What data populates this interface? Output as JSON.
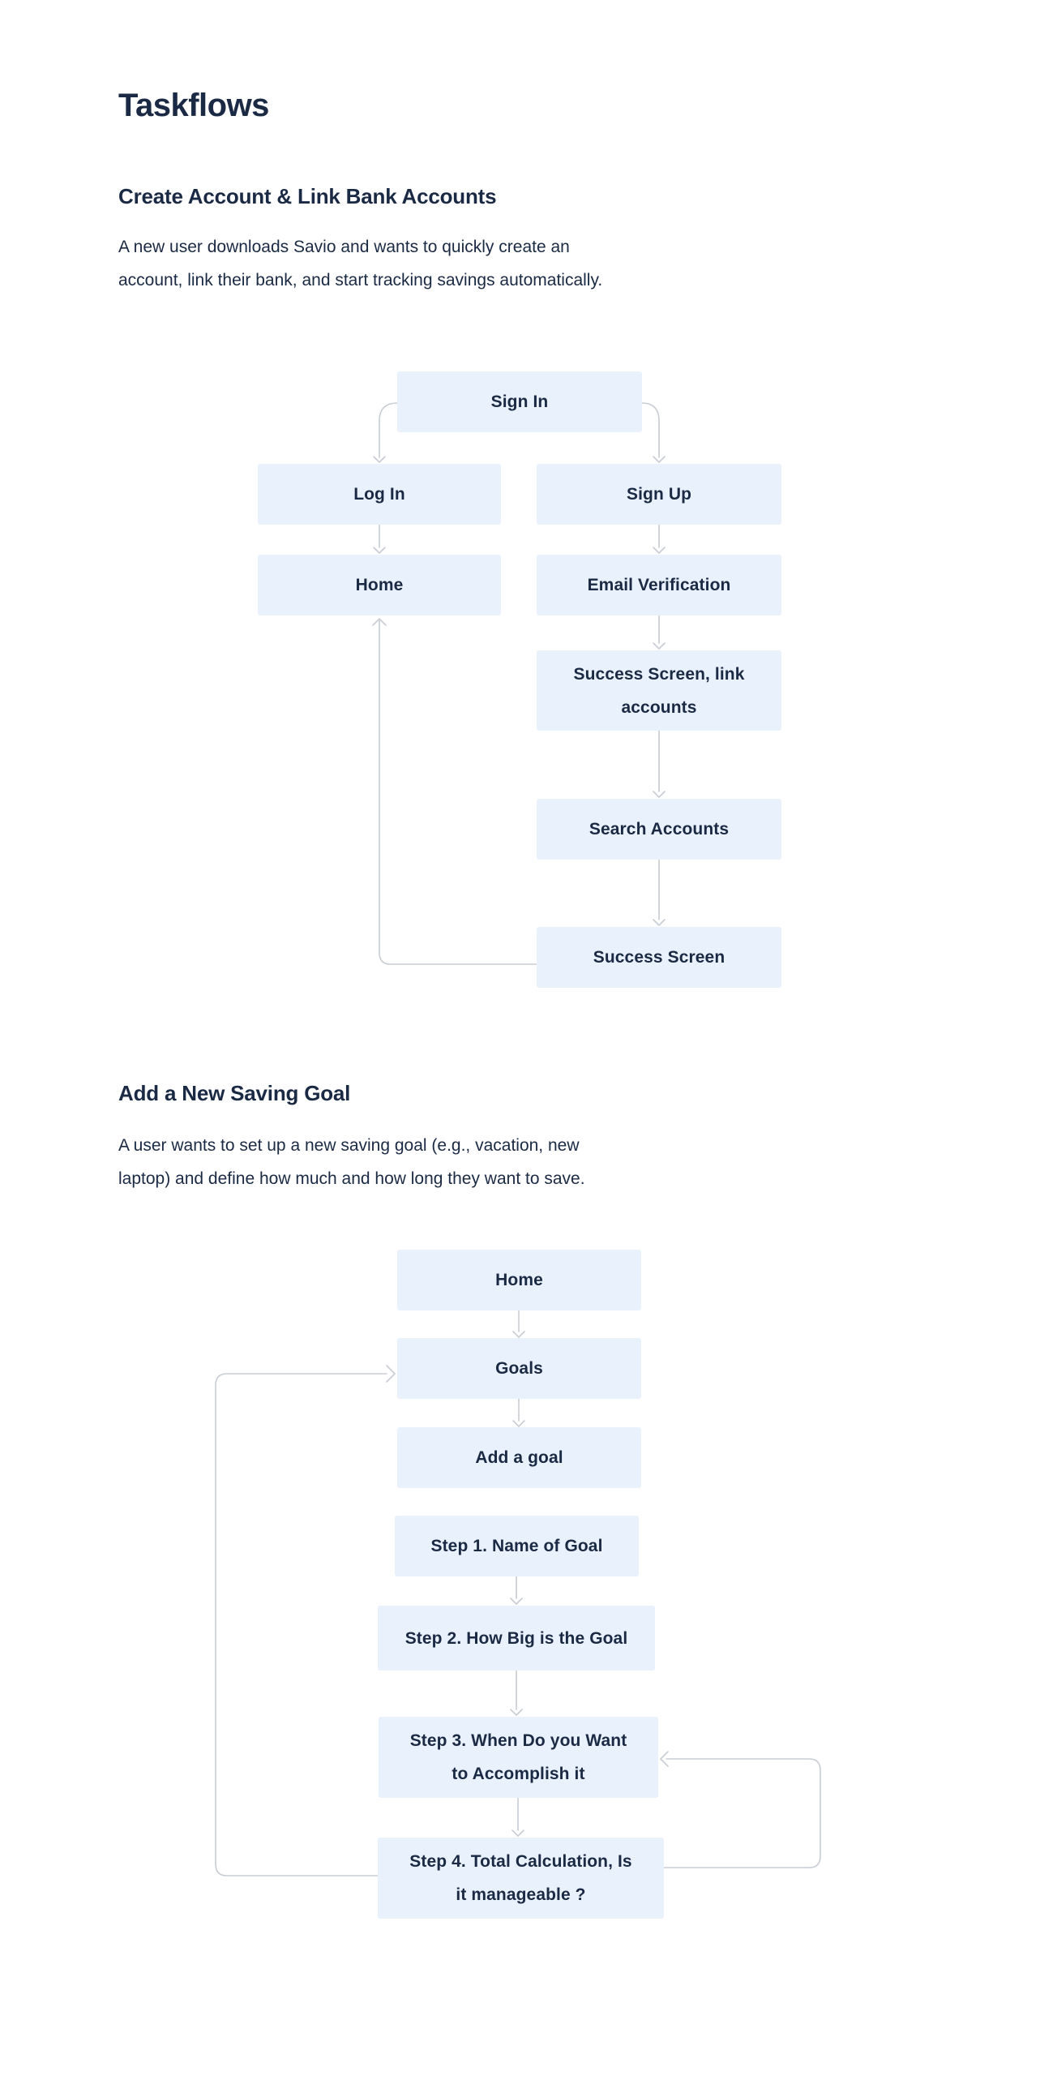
{
  "page_title": "Taskflows",
  "colors": {
    "background": "#ffffff",
    "node_fill": "#e9f1fc",
    "text": "#1b2a44",
    "arrow": "#c8cdd4"
  },
  "sections": [
    {
      "heading": "Create Account & Link Bank Accounts",
      "description_lines": [
        "A new user downloads Savio and wants to quickly create an",
        "account, link their bank, and start tracking savings automatically."
      ],
      "nodes": [
        {
          "id": "sign-in",
          "label": "Sign In"
        },
        {
          "id": "log-in",
          "label": "Log In"
        },
        {
          "id": "sign-up",
          "label": "Sign Up"
        },
        {
          "id": "home",
          "label": "Home"
        },
        {
          "id": "email-verification",
          "label": "Email Verification"
        },
        {
          "id": "success-screen-link-accounts",
          "label": "Success Screen, link\naccounts"
        },
        {
          "id": "search-accounts",
          "label": "Search Accounts"
        },
        {
          "id": "success-screen",
          "label": "Success Screen"
        }
      ],
      "edges": [
        {
          "from": "sign-in",
          "to": "log-in"
        },
        {
          "from": "sign-in",
          "to": "sign-up"
        },
        {
          "from": "log-in",
          "to": "home"
        },
        {
          "from": "sign-up",
          "to": "email-verification"
        },
        {
          "from": "email-verification",
          "to": "success-screen-link-accounts"
        },
        {
          "from": "success-screen-link-accounts",
          "to": "search-accounts"
        },
        {
          "from": "search-accounts",
          "to": "success-screen"
        },
        {
          "from": "success-screen",
          "to": "home"
        }
      ]
    },
    {
      "heading": "Add a New Saving Goal",
      "description_lines": [
        "A user wants to set up a new saving goal (e.g., vacation, new",
        "laptop) and define how much and how long they want to save."
      ],
      "nodes": [
        {
          "id": "home-2",
          "label": "Home"
        },
        {
          "id": "goals",
          "label": "Goals"
        },
        {
          "id": "add-a-goal",
          "label": "Add a goal"
        },
        {
          "id": "step-1",
          "label": "Step 1. Name of Goal"
        },
        {
          "id": "step-2",
          "label": "Step 2. How Big is the Goal"
        },
        {
          "id": "step-3",
          "label": "Step 3. When Do you Want\nto Accomplish it"
        },
        {
          "id": "step-4",
          "label": "Step 4. Total Calculation, Is\nit manageable ?"
        }
      ],
      "edges": [
        {
          "from": "home-2",
          "to": "goals"
        },
        {
          "from": "goals",
          "to": "add-a-goal"
        },
        {
          "from": "step-1",
          "to": "step-2"
        },
        {
          "from": "step-2",
          "to": "step-3"
        },
        {
          "from": "step-3",
          "to": "step-4"
        },
        {
          "from": "step-4",
          "to": "goals"
        },
        {
          "from": "step-4",
          "to": "step-3"
        }
      ]
    }
  ]
}
